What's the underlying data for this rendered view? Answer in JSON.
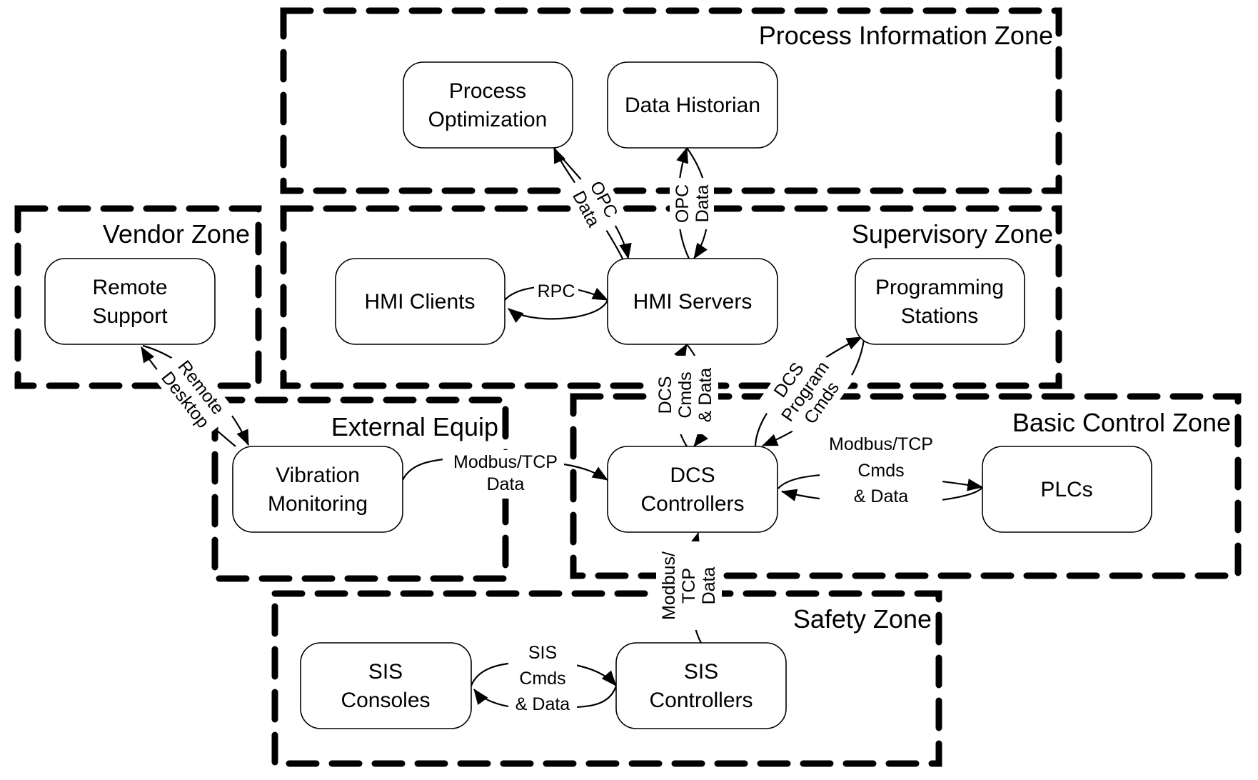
{
  "diagram": {
    "title": "ICS network zones and data flows",
    "zones": [
      {
        "id": "process-information",
        "label": "Process Information Zone"
      },
      {
        "id": "vendor",
        "label": "Vendor Zone"
      },
      {
        "id": "supervisory",
        "label": "Supervisory Zone"
      },
      {
        "id": "external-equip",
        "label": "External Equip"
      },
      {
        "id": "basic-control",
        "label": "Basic Control Zone"
      },
      {
        "id": "safety",
        "label": "Safety Zone"
      }
    ],
    "nodes": [
      {
        "id": "process-optimization",
        "zone": "process-information",
        "lines": [
          "Process",
          "Optimization"
        ]
      },
      {
        "id": "data-historian",
        "zone": "process-information",
        "lines": [
          "Data Historian"
        ]
      },
      {
        "id": "remote-support",
        "zone": "vendor",
        "lines": [
          "Remote",
          "Support"
        ]
      },
      {
        "id": "hmi-clients",
        "zone": "supervisory",
        "lines": [
          "HMI Clients"
        ]
      },
      {
        "id": "hmi-servers",
        "zone": "supervisory",
        "lines": [
          "HMI Servers"
        ]
      },
      {
        "id": "programming-stations",
        "zone": "supervisory",
        "lines": [
          "Programming",
          "Stations"
        ]
      },
      {
        "id": "vibration-monitoring",
        "zone": "external-equip",
        "lines": [
          "Vibration",
          "Monitoring"
        ]
      },
      {
        "id": "dcs-controllers",
        "zone": "basic-control",
        "lines": [
          "DCS",
          "Controllers"
        ]
      },
      {
        "id": "plcs",
        "zone": "basic-control",
        "lines": [
          "PLCs"
        ]
      },
      {
        "id": "sis-consoles",
        "zone": "safety",
        "lines": [
          "SIS",
          "Consoles"
        ]
      },
      {
        "id": "sis-controllers",
        "zone": "safety",
        "lines": [
          "SIS",
          "Controllers"
        ]
      }
    ],
    "edges": [
      {
        "id": "opc-data-optimization",
        "from": "hmi-servers",
        "to": "process-optimization",
        "direction": "bidirectional",
        "label": [
          "OPC",
          "Data"
        ]
      },
      {
        "id": "opc-data-historian",
        "from": "hmi-servers",
        "to": "data-historian",
        "direction": "bidirectional",
        "label": [
          "OPC",
          "Data"
        ]
      },
      {
        "id": "rpc",
        "from": "hmi-clients",
        "to": "hmi-servers",
        "direction": "bidirectional",
        "label": [
          "RPC"
        ]
      },
      {
        "id": "remote-desktop",
        "from": "remote-support",
        "to": "vibration-monitoring",
        "direction": "bidirectional",
        "label": [
          "Remote",
          "Desktop"
        ]
      },
      {
        "id": "dcs-cmds-data",
        "from": "dcs-controllers",
        "to": "hmi-servers",
        "direction": "bidirectional",
        "label": [
          "DCS",
          "Cmds",
          "& Data"
        ]
      },
      {
        "id": "dcs-program-cmds",
        "from": "programming-stations",
        "to": "dcs-controllers",
        "direction": "bidirectional",
        "label": [
          "DCS",
          "Program",
          "Cmds"
        ]
      },
      {
        "id": "modbus-vibration",
        "from": "vibration-monitoring",
        "to": "dcs-controllers",
        "direction": "unidirectional",
        "label": [
          "Modbus/TCP",
          "Data"
        ]
      },
      {
        "id": "modbus-plcs",
        "from": "dcs-controllers",
        "to": "plcs",
        "direction": "bidirectional",
        "label": [
          "Modbus/TCP",
          "Cmds",
          "& Data"
        ]
      },
      {
        "id": "modbus-sis",
        "from": "sis-controllers",
        "to": "dcs-controllers",
        "direction": "unidirectional",
        "label": [
          "Modbus/",
          "TCP",
          "Data"
        ]
      },
      {
        "id": "sis-cmds-data",
        "from": "sis-consoles",
        "to": "sis-controllers",
        "direction": "bidirectional",
        "label": [
          "SIS",
          "Cmds",
          "& Data"
        ]
      }
    ]
  }
}
